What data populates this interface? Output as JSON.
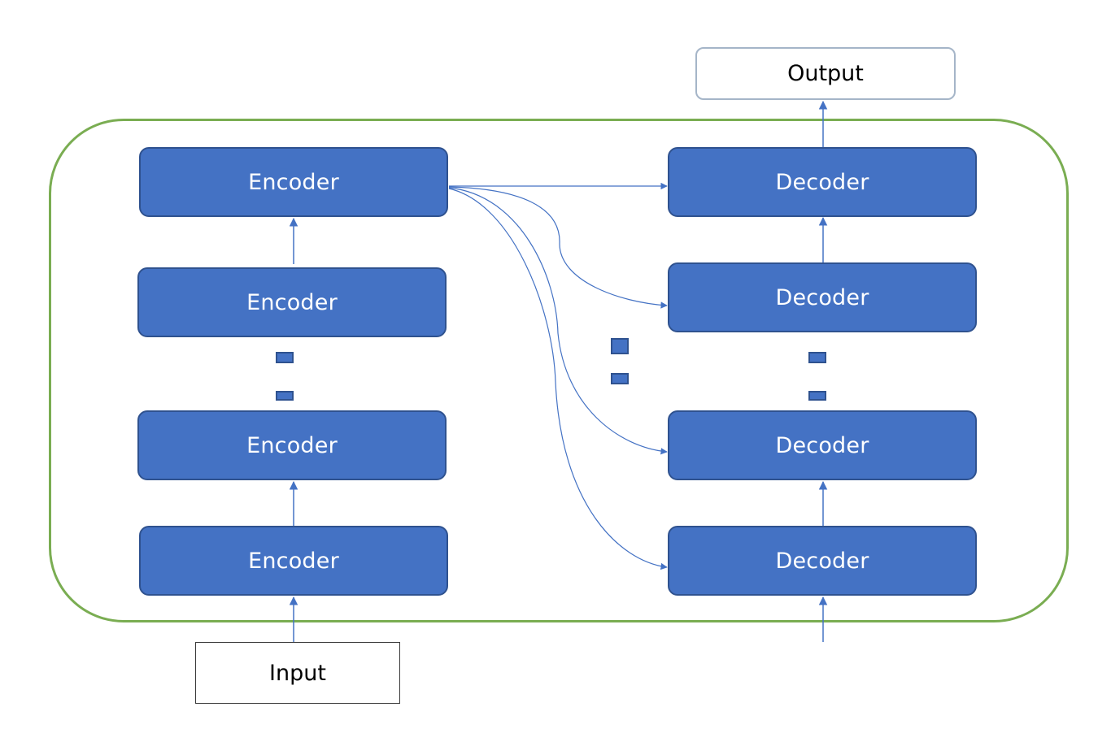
{
  "diagram": {
    "encoder_label": "Encoder",
    "decoder_label": "Decoder",
    "input_label": "Input",
    "output_label": "Output",
    "encoders": [
      "Encoder",
      "Encoder",
      "Encoder",
      "Encoder"
    ],
    "decoders": [
      "Decoder",
      "Decoder",
      "Decoder",
      "Decoder"
    ]
  },
  "colors": {
    "block_fill": "#4472c4",
    "block_border": "#2f528f",
    "frame_border": "#7aad52",
    "arrow": "#4472c4",
    "output_border": "#a5b5c8"
  }
}
